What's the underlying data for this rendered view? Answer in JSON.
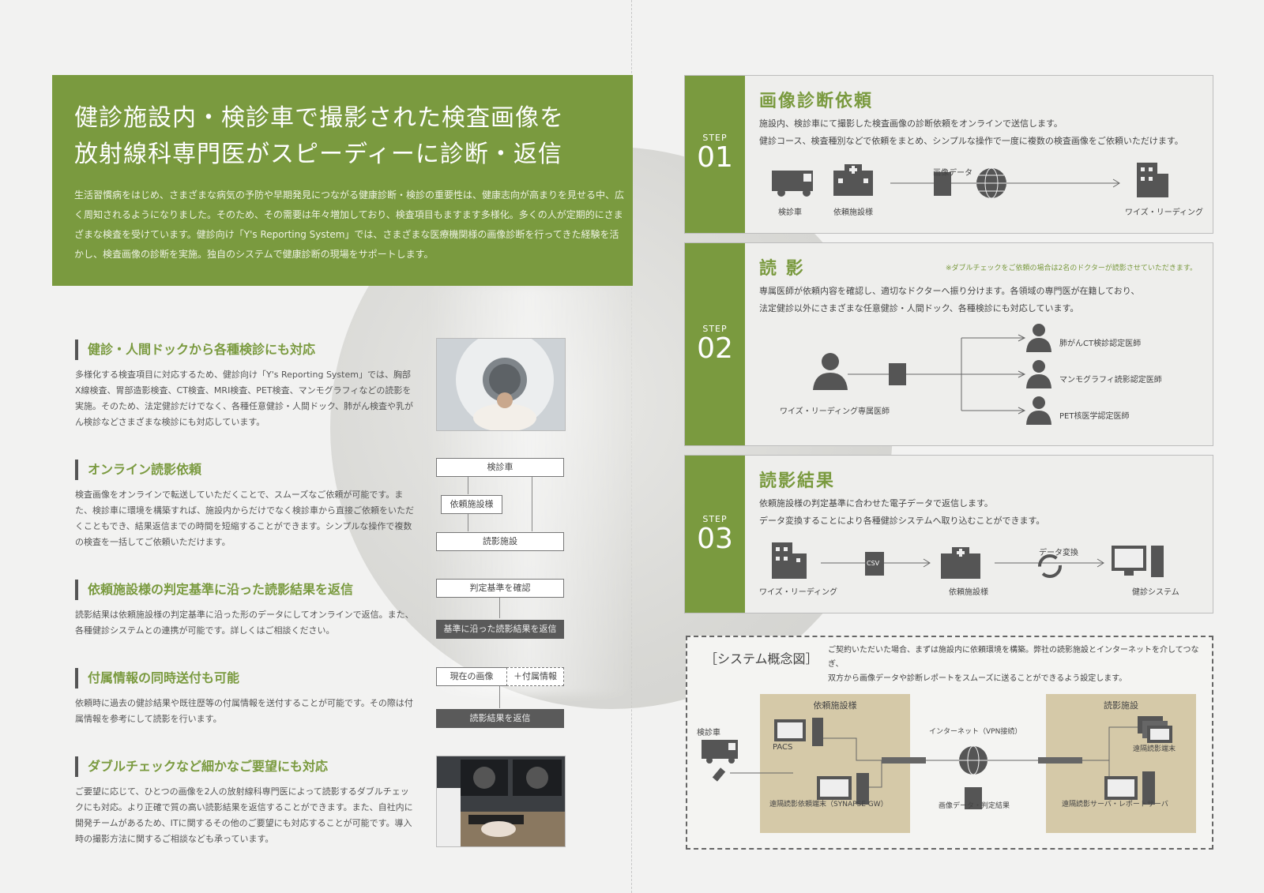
{
  "hero": {
    "title_line1": "健診施設内・検診車で撮影された検査画像を",
    "title_line2": "放射線科専門医がスピーディーに診断・返信",
    "body": "生活習慣病をはじめ、さまざまな病気の予防や早期発見につながる健康診断・検診の重要性は、健康志向が高まりを見せる中、広く周知されるようになりました。そのため、その需要は年々増加しており、検査項目もますます多様化。多くの人が定期的にさまざまな検査を受けています。健診向け「Y's Reporting System」では、さまざまな医療機関様の画像診断を行ってきた経験を活かし、検査画像の診断を実施。独自のシステムで健康診断の現場をサポートします。"
  },
  "features": [
    {
      "title": "健診・人間ドックから各種検診にも対応",
      "body": "多様化する検査項目に対応するため、健診向け「Y's Reporting System」では、胸部X線検査、胃部造影検査、CT検査、MRI検査、PET検査、マンモグラフィなどの読影を実施。そのため、法定健診だけでなく、各種任意健診・人間ドック、肺がん検査や乳がん検診などさまざまな検診にも対応しています。"
    },
    {
      "title": "オンライン読影依頼",
      "body": "検査画像をオンラインで転送していただくことで、スムーズなご依頼が可能です。また、検診車に環境を構築すれば、施設内からだけでなく検診車から直接ご依頼をいただくこともでき、結果返信までの時間を短縮することができます。シンプルな操作で複数の検査を一括してご依頼いただけます。"
    },
    {
      "title": "依頼施設様の判定基準に沿った読影結果を返信",
      "body": "読影結果は依頼施設様の判定基準に沿った形のデータにしてオンラインで返信。また、各種健診システムとの連携が可能です。詳しくはご相談ください。"
    },
    {
      "title": "付属情報の同時送付も可能",
      "body": "依頼時に過去の健診結果や既往歴等の付属情報を送付することが可能です。その際は付属情報を参考にして読影を行います。"
    },
    {
      "title": "ダブルチェックなど細かなご要望にも対応",
      "body": "ご要望に応じて、ひとつの画像を2人の放射線科専門医によって読影するダブルチェックにも対応。より正確で質の高い読影結果を返信することができます。また、自社内に開発チームがあるため、ITに関するその他のご要望にも対応することが可能です。導入時の撮影方法に関するご相談なども承っています。"
    }
  ],
  "flow": {
    "kenshinsha": "検診車",
    "irai_shisetsu": "依頼施設様",
    "dokuei_shisetsu": "読影施設",
    "hantei_kakunin": "判定基準を確認",
    "kijun_henshin": "基準に沿った読影結果を返信",
    "genzai_gazou": "現在の画像",
    "fuzoku": "＋付属情報",
    "kekka_henshin": "読影結果を返信"
  },
  "steps": [
    {
      "step_label": "STEP",
      "num": "01",
      "title": "画像診断依頼",
      "desc1": "施設内、検診車にて撮影した検査画像の診断依頼をオンラインで送信します。",
      "desc2": "健診コース、検査種別などで依頼をまとめ、シンプルな操作で一度に複数の検査画像をご依頼いただけます。",
      "labels": {
        "truck": "検診車",
        "facility": "依頼施設様",
        "image_data": "画像データ",
        "ys": "ワイズ・リーディング"
      }
    },
    {
      "step_label": "STEP",
      "num": "02",
      "title": "読 影",
      "note": "※ダブルチェックをご依頼の場合は2名のドクターが読影させていただきます。",
      "desc1": "専属医師が依頼内容を確認し、適切なドクターへ振り分けます。各領域の専門医が在籍しており、",
      "desc2": "法定健診以外にさまざまな任意健診・人間ドック、各種検診にも対応しています。",
      "labels": {
        "doctor": "ワイズ・リーディング専属医師",
        "d1": "肺がんCT検診認定医師",
        "d2": "マンモグラフィ読影認定医師",
        "d3": "PET核医学認定医師"
      }
    },
    {
      "step_label": "STEP",
      "num": "03",
      "title": "読影結果",
      "desc1": "依頼施設様の判定基準に合わせた電子データで返信します。",
      "desc2": "データ変換することにより各種健診システムへ取り込むことができます。",
      "labels": {
        "ys": "ワイズ・リーディング",
        "csv": "CSV",
        "facility": "依頼施設様",
        "convert": "データ変換",
        "system": "健診システム"
      }
    }
  ],
  "concept": {
    "title": "［システム概念図］",
    "desc1": "ご契約いただいた場合、まずは施設内に依頼環境を構築。弊社の読影施設とインターネットを介してつなぎ、",
    "desc2": "双方から画像データや診断レポートをスムーズに送ることができるよう設定します。",
    "left_panel": "依頼施設様",
    "right_panel": "読影施設",
    "pacs": "PACS",
    "kenshinsha": "検診車",
    "terminal": "遠隔読影依頼端末（SYNAPSE GW）",
    "internet": "インターネット（VPN接続）",
    "data": "画像データ・判定結果",
    "remote": "遠隔読影端末",
    "server": "遠隔読影サーバ・レポートサーバ"
  },
  "colors": {
    "green": "#7a9a3f",
    "panel": "#d5c9a8",
    "dark": "#5a5a5a"
  }
}
